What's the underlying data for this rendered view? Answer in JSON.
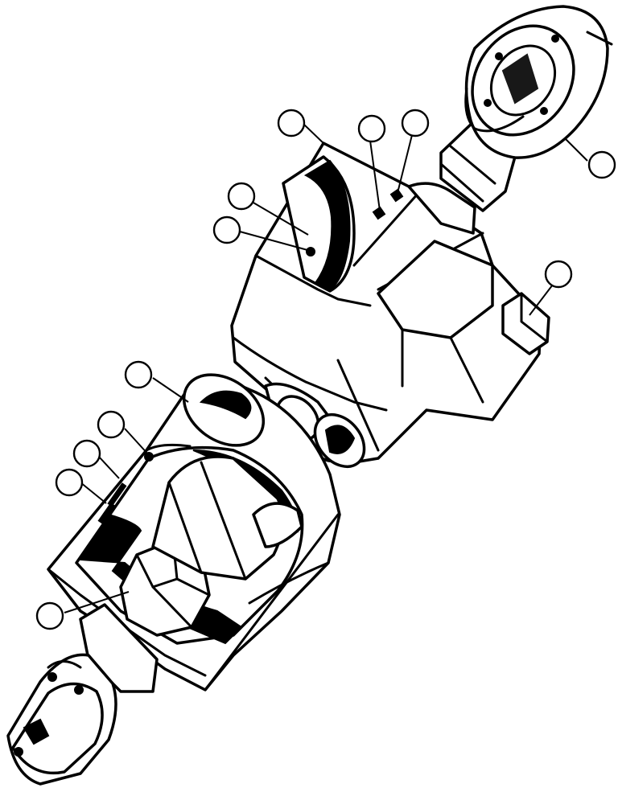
{
  "figure": {
    "callouts": [
      {
        "id": "callout-1"
      },
      {
        "id": "callout-2"
      },
      {
        "id": "callout-3"
      },
      {
        "id": "callout-4"
      },
      {
        "id": "callout-5"
      },
      {
        "id": "callout-6"
      },
      {
        "id": "callout-7"
      },
      {
        "id": "callout-8"
      },
      {
        "id": "callout-9"
      },
      {
        "id": "callout-10"
      },
      {
        "id": "callout-11"
      },
      {
        "id": "callout-12"
      },
      {
        "id": "callout-13"
      }
    ]
  }
}
